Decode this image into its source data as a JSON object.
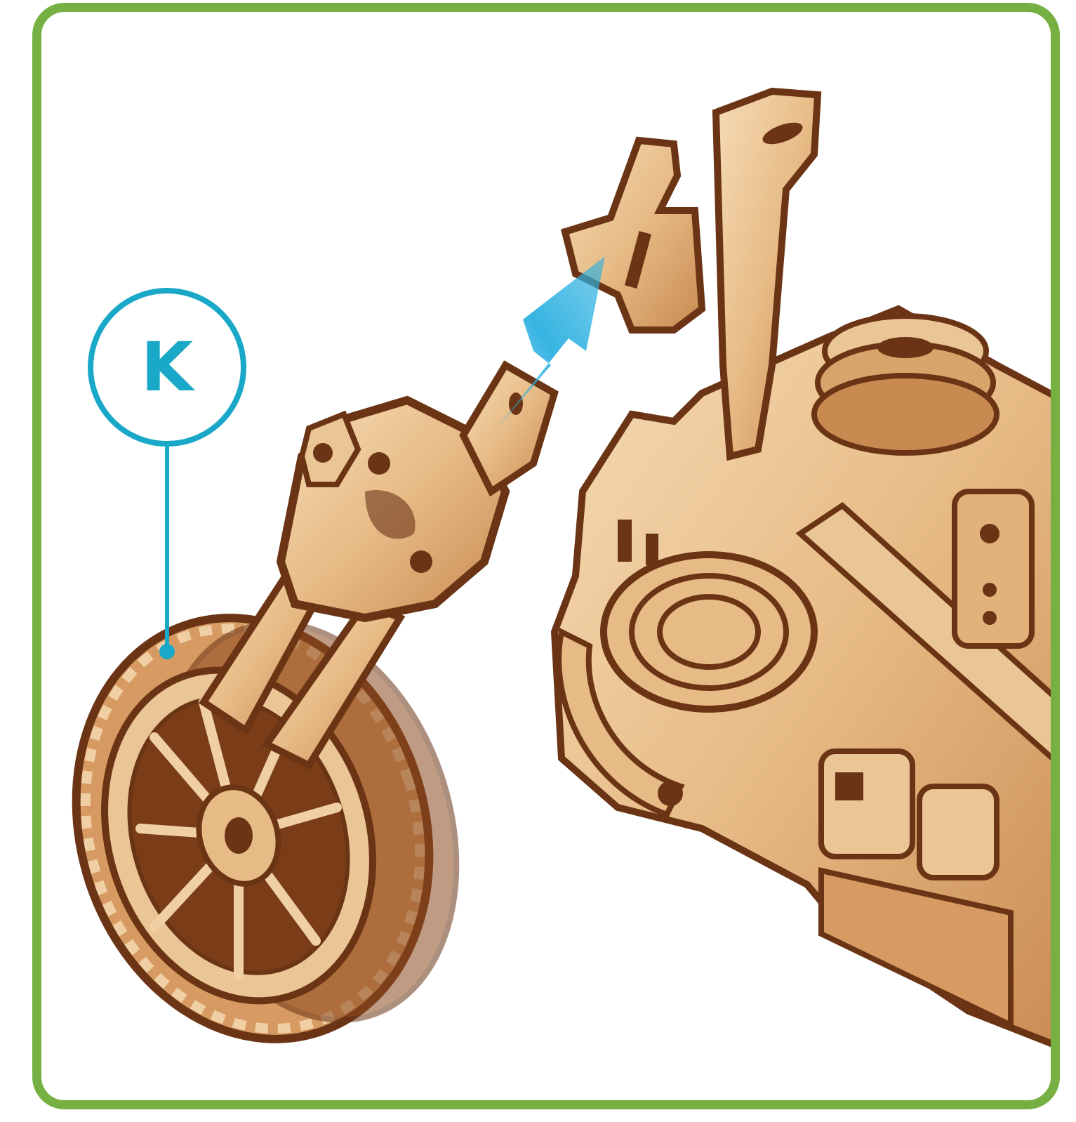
{
  "callout": {
    "letter": "K"
  },
  "parts": {
    "front_fork_assembly": "front-wheel-fork",
    "motorcycle_body": "motorcycle-frame"
  },
  "colors": {
    "frame_border": "#76b043",
    "accent_blue": "#1aa8c8",
    "arrow_blue": "#2bb0e0",
    "wood_light": "#f0cfa4",
    "wood_mid": "#d69a62",
    "wood_dark": "#6b3415"
  }
}
